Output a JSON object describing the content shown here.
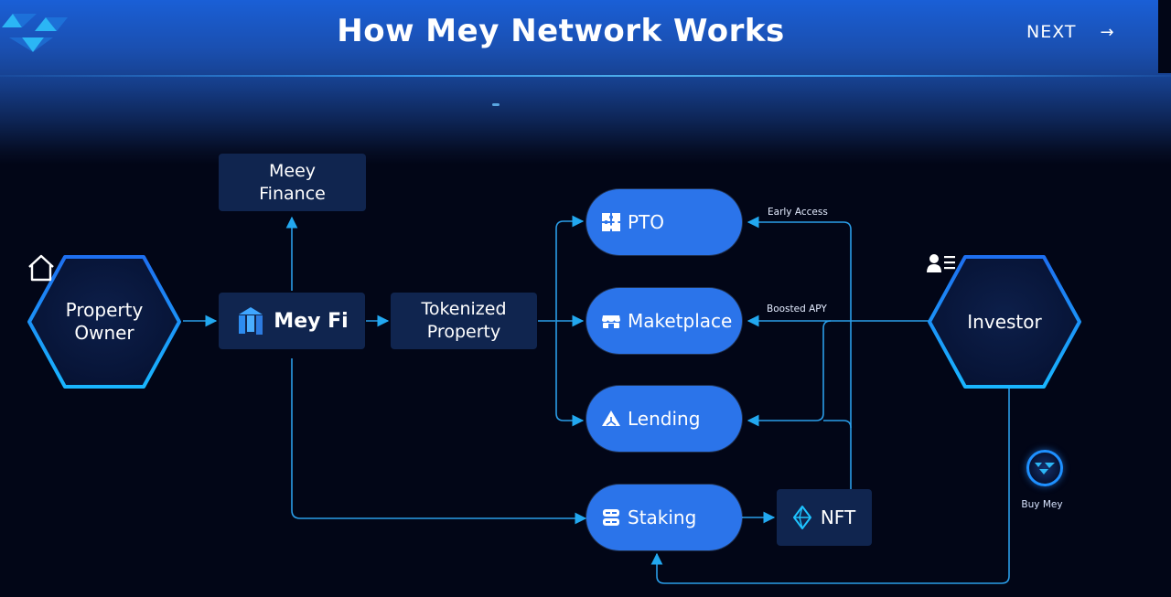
{
  "header": {
    "title": "How Mey Network Works",
    "next_label": "NEXT",
    "next_icon": "arrow-right-icon",
    "logo_icon": "mey-logo-icon"
  },
  "nodes": {
    "property_owner": {
      "line1": "Property",
      "line2": "Owner",
      "icon": "house-icon"
    },
    "investor": {
      "label": "Investor",
      "icon": "person-list-icon"
    },
    "meey_finance": {
      "line1": "Meey",
      "line2": "Finance"
    },
    "mey_fi": {
      "label": "Mey Fi",
      "icon": "mey-fi-logo-icon"
    },
    "tokenized_property": {
      "line1": "Tokenized",
      "line2": "Property"
    },
    "pto": {
      "label": "PTO",
      "icon": "puzzle-icon"
    },
    "marketplace": {
      "label": "Maketplace",
      "icon": "store-icon"
    },
    "lending": {
      "label": "Lending",
      "icon": "lending-icon"
    },
    "staking": {
      "label": "Staking",
      "icon": "server-icon"
    },
    "nft": {
      "label": "NFT",
      "icon": "ethereum-diamond-icon"
    },
    "buy_mey": {
      "label": "Buy Mey",
      "icon": "mey-coin-icon"
    }
  },
  "edge_labels": {
    "early_access": "Early Access",
    "boosted_apy": "Boosted APY"
  },
  "colors": {
    "background": "#020617",
    "header_blue": "#1a5fd6",
    "pill_blue": "#2b74ea",
    "box_navy": "#10254f",
    "connector": "#2a9de8",
    "hex_glow": "#1e8fff"
  }
}
